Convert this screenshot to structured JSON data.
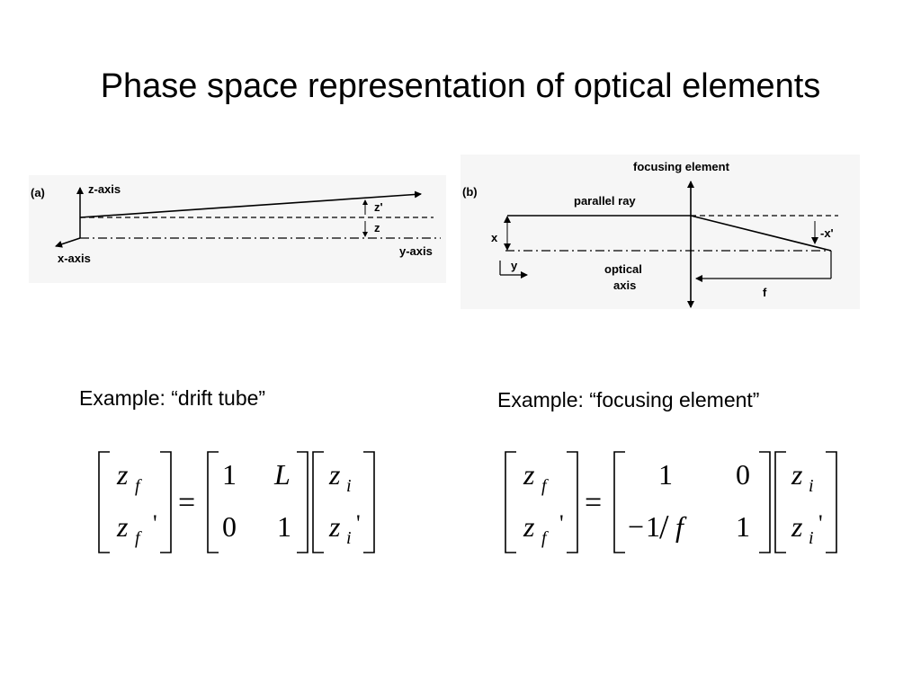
{
  "slide": {
    "title": "Phase space representation of optical elements"
  },
  "figure_a": {
    "panel_label": "(a)",
    "z_axis_label": "z-axis",
    "x_axis_label": "x-axis",
    "y_axis_label": "y-axis",
    "slope_label": "z'",
    "offset_label": "z"
  },
  "figure_b": {
    "panel_label": "(b)",
    "element_label": "focusing element",
    "ray_label": "parallel ray",
    "axis_label_line1": "optical",
    "axis_label_line2": "axis",
    "x_label": "x",
    "y_label": "y",
    "slope_label": "-x'",
    "focal_label": "f"
  },
  "examples": {
    "drift_caption": "Example: “drift tube”",
    "focusing_caption": "Example: “focusing element”"
  },
  "equations": {
    "drift": {
      "out_top": "z",
      "out_top_sub": "f",
      "out_bot": "z",
      "out_bot_sub": "f",
      "out_bot_prime": "'",
      "equals": "=",
      "m11": "1",
      "m12": "L",
      "m21": "0",
      "m22": "1",
      "in_top": "z",
      "in_top_sub": "i",
      "in_bot": "z",
      "in_bot_sub": "i",
      "in_bot_prime": "'"
    },
    "focusing": {
      "out_top": "z",
      "out_top_sub": "f",
      "out_bot": "z",
      "out_bot_sub": "f",
      "out_bot_prime": "'",
      "equals": "=",
      "m11": "1",
      "m12": "0",
      "m21_minus": "−",
      "m21_num": "1",
      "m21_slash": "/",
      "m21_den": "f",
      "m22": "1",
      "in_top": "z",
      "in_top_sub": "i",
      "in_bot": "z",
      "in_bot_sub": "i",
      "in_bot_prime": "'"
    }
  }
}
